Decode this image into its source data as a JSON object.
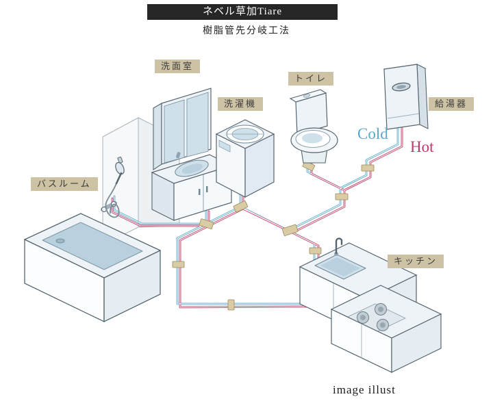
{
  "header": {
    "title": "ネベル草加Tiare",
    "subtitle": "樹脂管先分岐工法"
  },
  "labels": {
    "washroom": "洗面室",
    "washing_machine": "洗濯機",
    "toilet": "トイレ",
    "water_heater": "給湯器",
    "bathroom": "バスルーム",
    "kitchen": "キッチン"
  },
  "pipes": {
    "cold_label": "Cold",
    "hot_label": "Hot",
    "cold_color": "#5ba8c9",
    "hot_color": "#c23a66"
  },
  "footer": {
    "caption": "image illust"
  },
  "colors": {
    "banner_bg": "#262626",
    "banner_text": "#ffffff",
    "label_bg": "#cdc2a4",
    "label_text": "#3c3c3c",
    "background": "#ffffff",
    "fixture_fill": "#eef3f7",
    "fixture_stroke": "#55656f",
    "water_fill": "#b9d0de"
  }
}
